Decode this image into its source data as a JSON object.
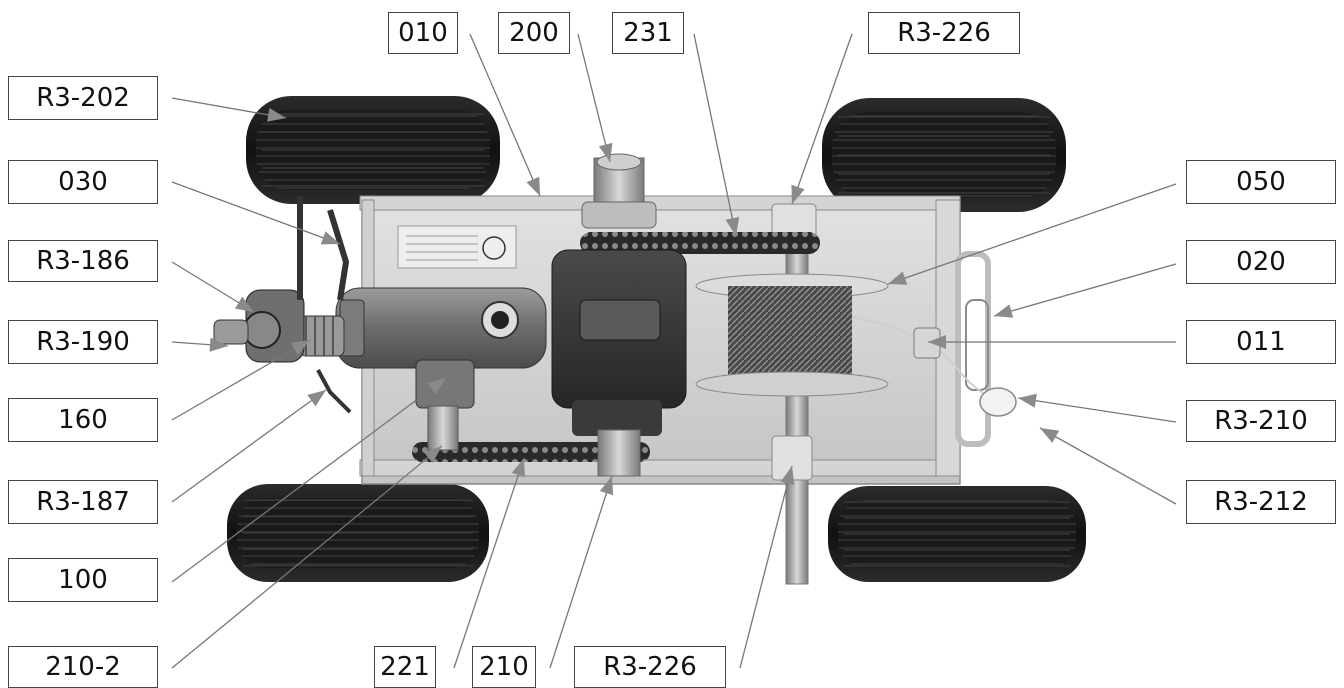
{
  "colors": {
    "background": "#ffffff",
    "tire": "#1d1d1d",
    "frame": "#c9c9c9",
    "metal": "#9a9a9a",
    "dark_metal": "#3a3a3a",
    "leader": "#777777"
  },
  "callouts": {
    "top": [
      "010",
      "200",
      "231",
      "R3-226"
    ],
    "left": [
      "R3-202",
      "030",
      "R3-186",
      "R3-190",
      "160",
      "R3-187",
      "100",
      "210-2"
    ],
    "right": [
      "050",
      "020",
      "011",
      "R3-210",
      "R3-212"
    ],
    "bottom": [
      "221",
      "210",
      "R3-226"
    ]
  }
}
